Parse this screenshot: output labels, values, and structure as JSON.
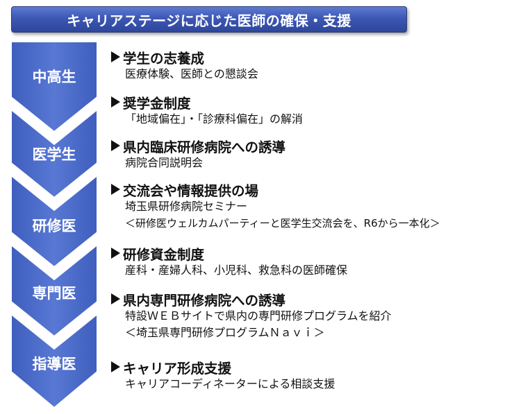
{
  "title": "キャリアステージに応じた医師の確保・支援",
  "stages": [
    {
      "label": "中高生"
    },
    {
      "label": "医学生"
    },
    {
      "label": "研修医"
    },
    {
      "label": "専門医"
    },
    {
      "label": "指導医"
    }
  ],
  "items": [
    {
      "heading": "学生の志養成",
      "lines": [
        "医療体験、医師との懇談会"
      ]
    },
    {
      "heading": "奨学金制度",
      "lines": [
        "「地域偏在」・「診療科偏在」の解消"
      ]
    },
    {
      "heading": "県内臨床研修病院への誘導",
      "lines": [
        "病院合同説明会"
      ]
    },
    {
      "heading": "交流会や情報提供の場",
      "lines": [
        "埼玉県研修病院セミナー",
        "＜研修医ウェルカムパーティーと医学生交流会を、R6から一本化＞"
      ]
    },
    {
      "heading": "研修資金制度",
      "lines": [
        "産科・産婦人科、小児科、救急科の医師確保"
      ]
    },
    {
      "heading": "県内専門研修病院への誘導",
      "lines": [
        "特設ＷＥＢサイトで県内の専門研修プログラムを紹介",
        "＜埼玉県専門研修プログラムＮａｖｉ＞"
      ]
    },
    {
      "heading": "キャリア形成支援",
      "lines": [
        "キャリアコーディネーターによる相談支援"
      ]
    }
  ],
  "colors": {
    "chevron": "#4a69c6",
    "title_bar": "#3c57b5"
  }
}
